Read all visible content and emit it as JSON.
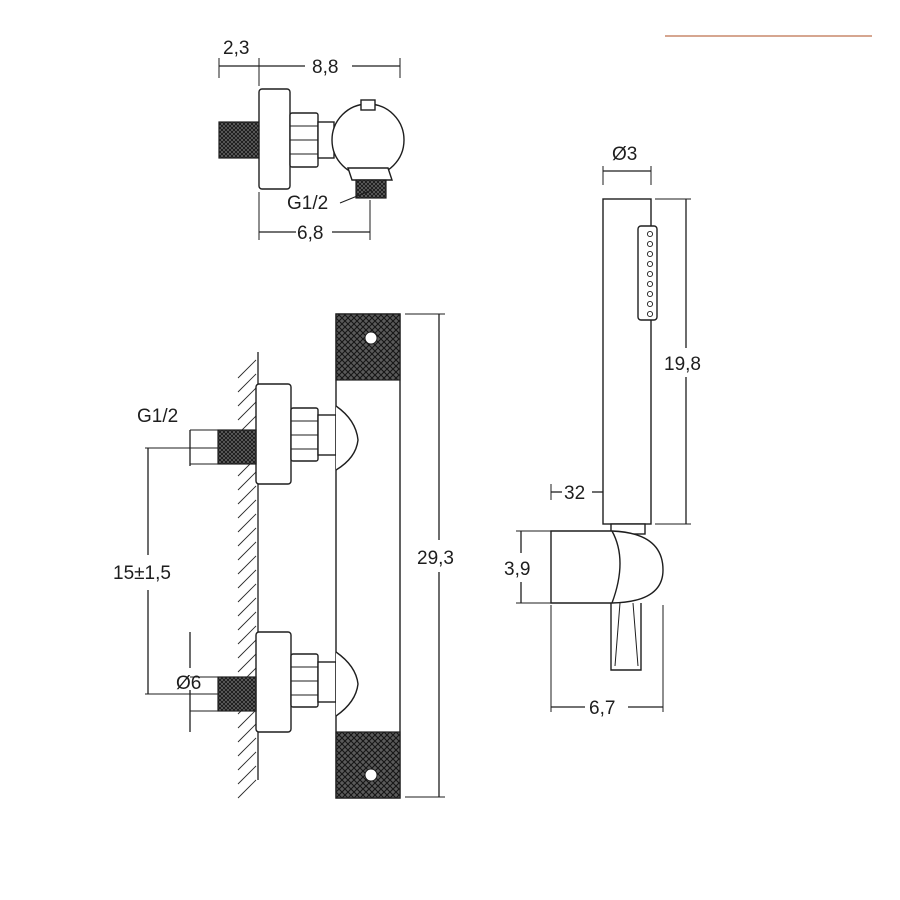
{
  "accent_color": "#c8886b",
  "dimensions": {
    "top_offset": "2,3",
    "top_depth": "8,8",
    "top_thread": "G1/2",
    "top_outlet": "6,8",
    "side_thread": "G1/2",
    "centers": "15±1,5",
    "inlet_diameter": "Ø6",
    "bar_length": "29,3",
    "handshower_diameter": "Ø3",
    "handshower_length": "19,8",
    "holder_offset": "32",
    "holder_height": "3,9",
    "holder_depth": "6,7"
  }
}
